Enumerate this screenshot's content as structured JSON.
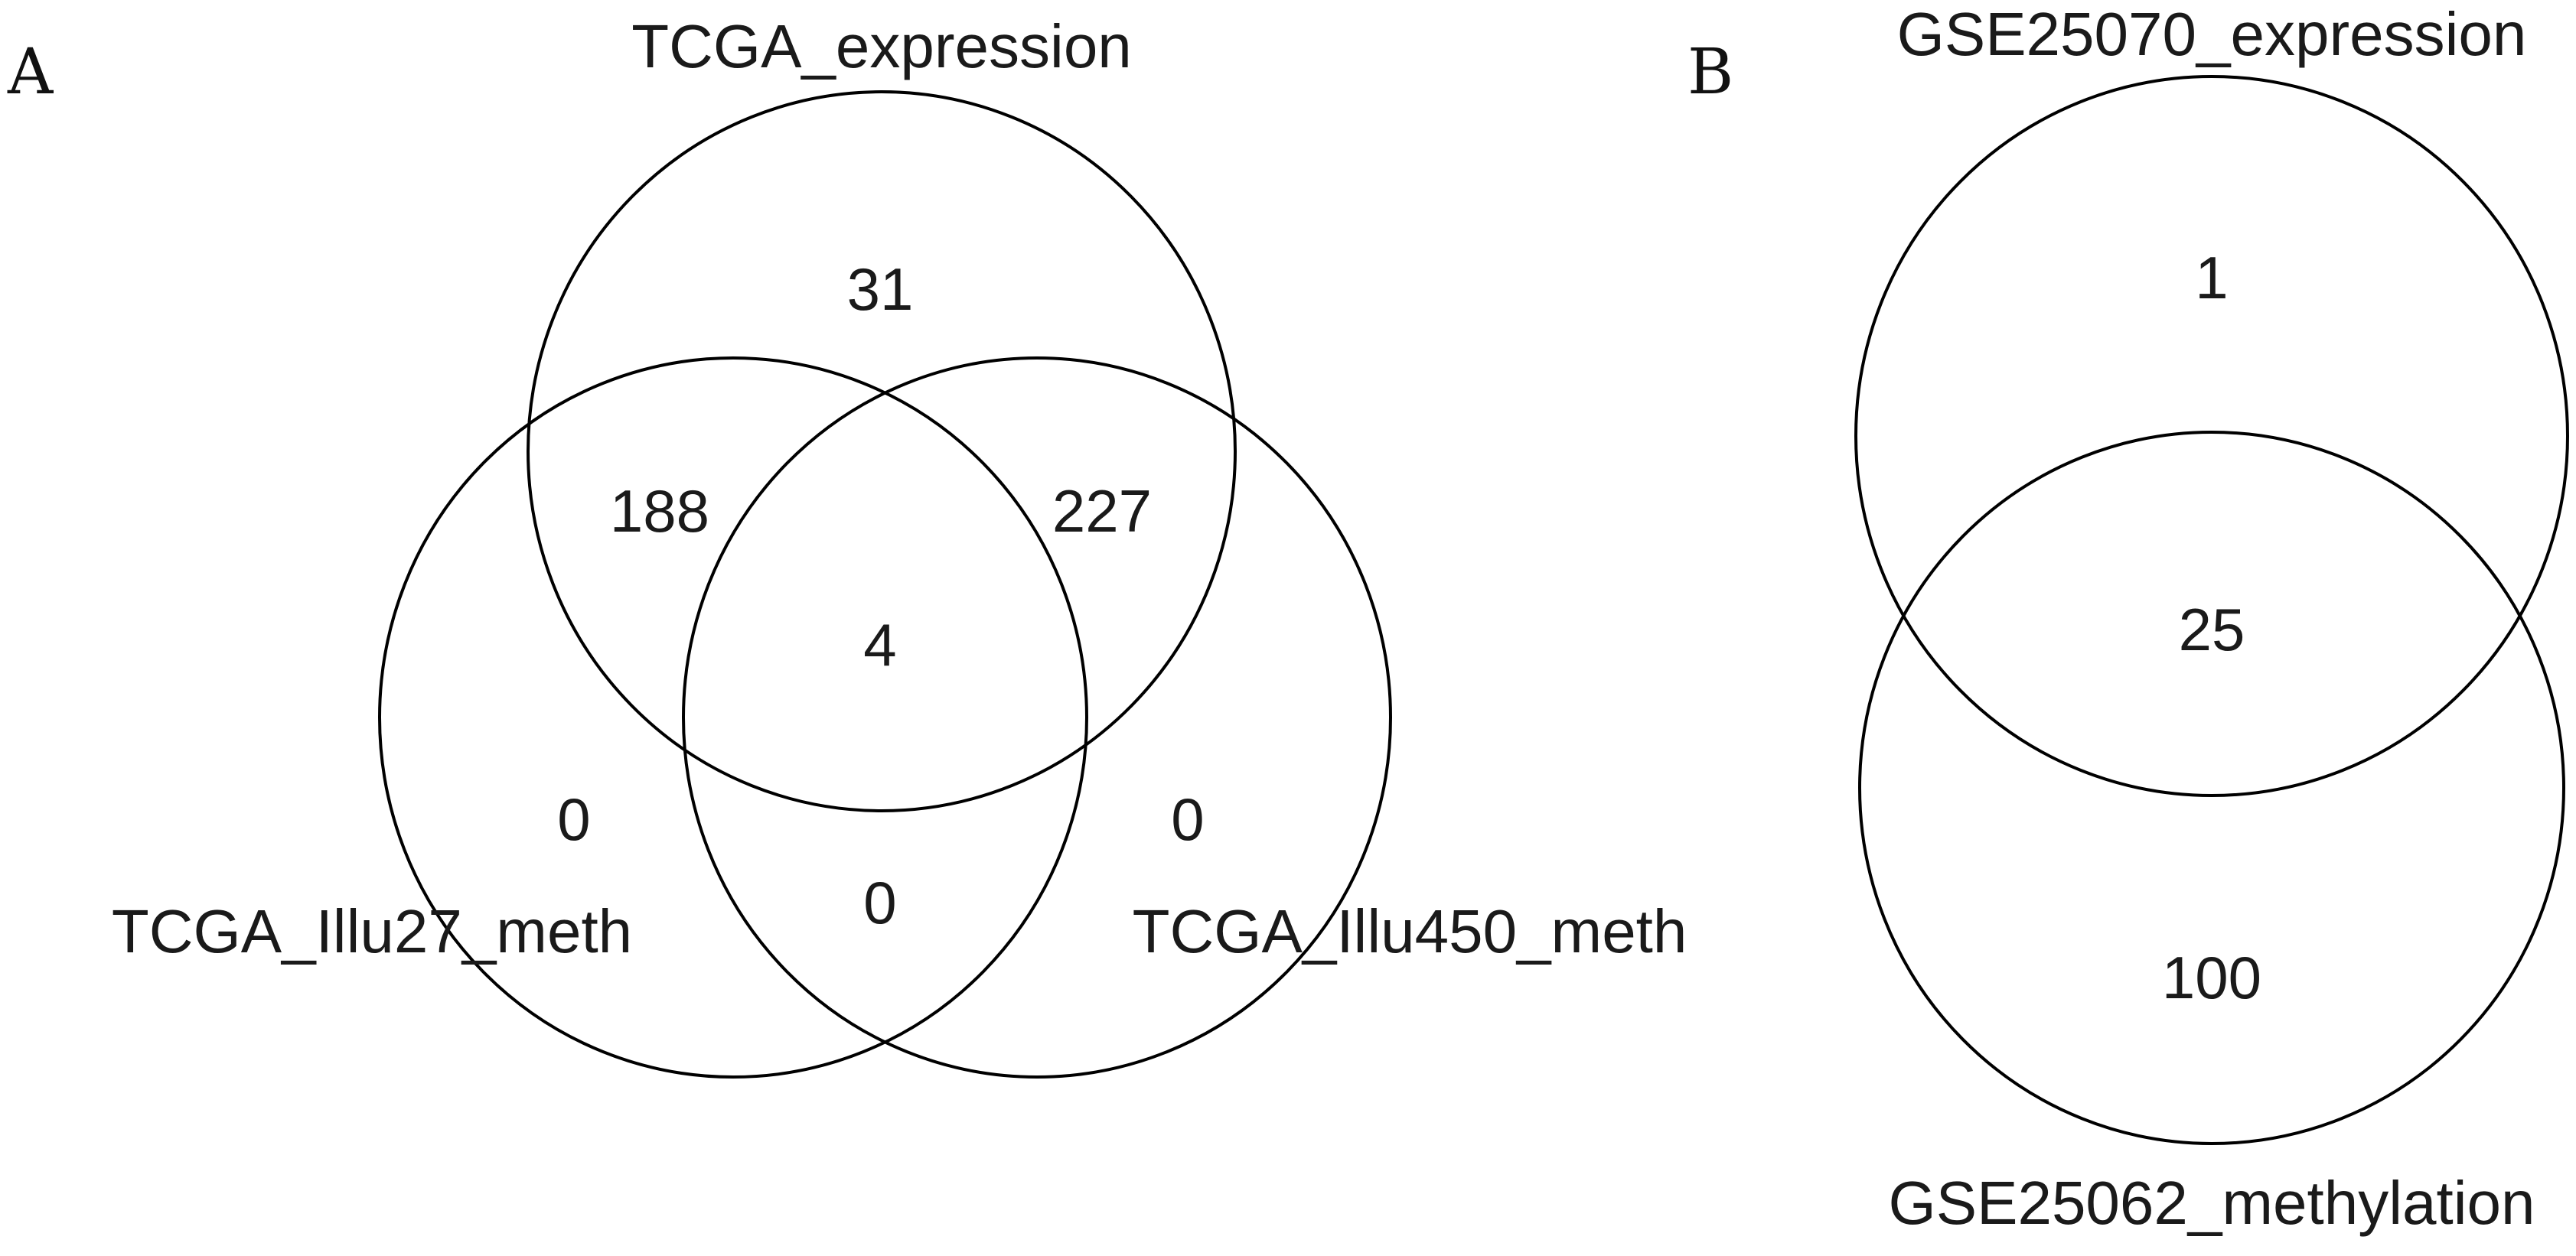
{
  "panels": {
    "a": {
      "letter": "A",
      "sets": {
        "expression": "TCGA_expression",
        "illu27": "TCGA_Illu27_meth",
        "illu450": "TCGA_Illu450_meth"
      },
      "counts": {
        "expression_only": "31",
        "expression_illu27": "188",
        "expression_illu450": "227",
        "all_three": "4",
        "illu27_only": "0",
        "illu450_only": "0",
        "illu27_illu450": "0"
      }
    },
    "b": {
      "letter": "B",
      "sets": {
        "expression": "GSE25070_expression",
        "methylation": "GSE25062_methylation"
      },
      "counts": {
        "expression_only": "1",
        "both": "25",
        "methylation_only": "100"
      }
    }
  },
  "colors": {
    "stroke": "#000000",
    "text": "#1a1a1a",
    "background": "#ffffff"
  }
}
